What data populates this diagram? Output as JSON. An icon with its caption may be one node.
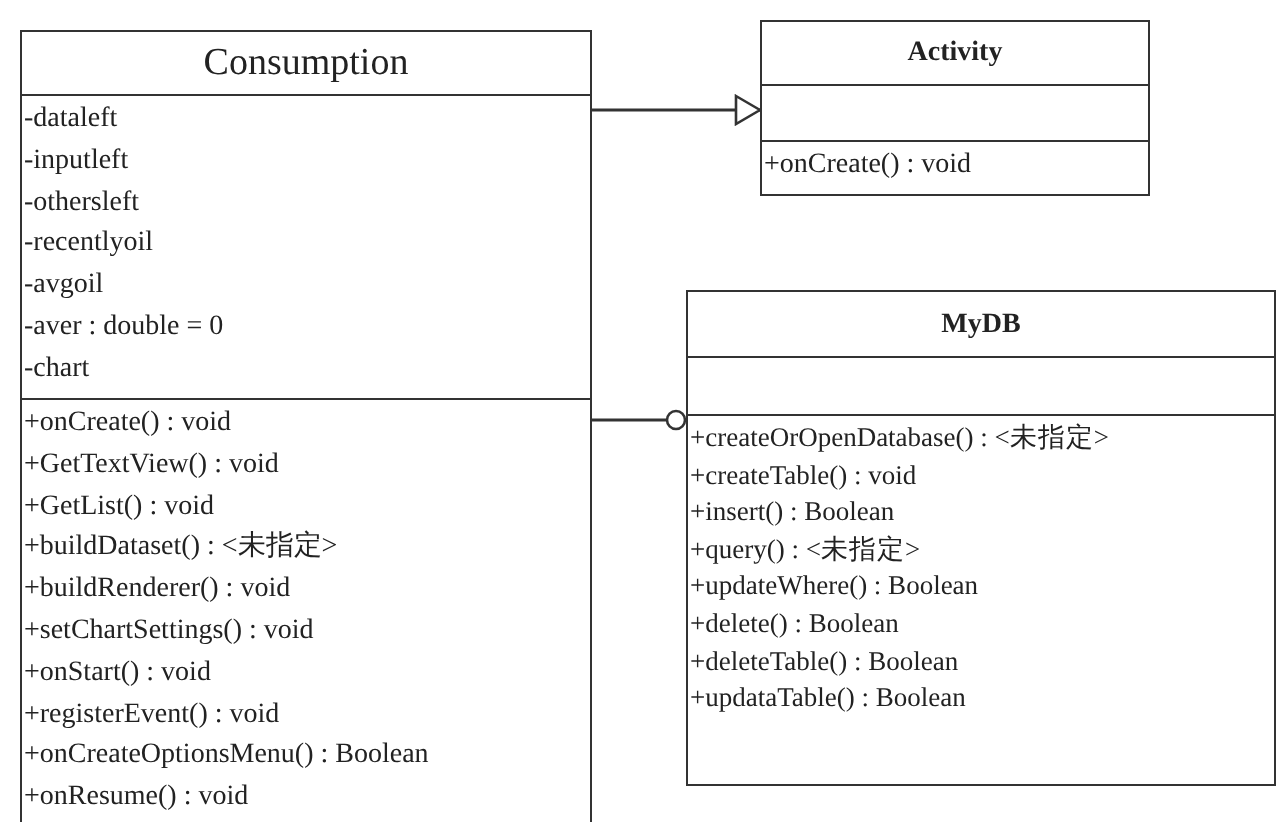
{
  "diagram": {
    "nodes": [
      {
        "text": [
          "Consumption"
        ]
      },
      {
        "text": [
          "-dataleft",
          "-inputleft",
          "-othersleft",
          "-recentlyoil",
          "-avgoil",
          "-aver : double = 0",
          "-chart"
        ],
        "in": 0
      },
      {
        "text": [
          "+onCreate() : void",
          "+GetTextView() : void",
          "+GetList() : void",
          "+buildDataset() : <未指定>",
          "+buildRenderer() : void",
          "+setChartSettings() : void",
          "+onStart() : void",
          "+registerEvent() : void",
          "+onCreateOptionsMenu() : Boolean",
          "+onResume() : void"
        ],
        "in": 0
      },
      {
        "text": [
          "Activity"
        ]
      },
      {
        "text": [],
        "shape": "box",
        "in": 3
      },
      {
        "text": [
          "+onCreate() : void"
        ],
        "in": 3
      },
      {
        "text": [
          "MyDB"
        ]
      },
      {
        "text": [],
        "shape": "box",
        "in": 6
      },
      {
        "text": [
          "+createOrOpenDatabase() : <未指定>",
          "+createTable() : void",
          "+insert() : Boolean",
          "+query() : <未指定>",
          "+updateWhere() : Boolean",
          "+delete() : Boolean",
          "+deleteTable() : Boolean",
          "+updataTable() : Boolean"
        ],
        "in": 6
      }
    ],
    "edges": [
      {
        "from": 0,
        "to": 3,
        "arrow": "to"
      },
      {
        "from": 0,
        "to": 6,
        "arrow": "other"
      }
    ]
  }
}
